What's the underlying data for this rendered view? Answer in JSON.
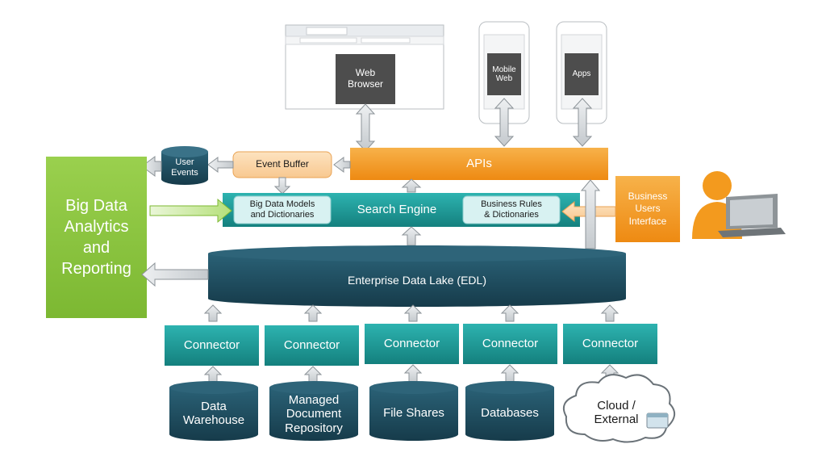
{
  "clients": {
    "web_browser": "Web\nBrowser",
    "mobile_web": "Mobile\nWeb",
    "apps": "Apps"
  },
  "apis": "APIs",
  "event_buffer": "Event Buffer",
  "user_events": "User\nEvents",
  "analytics": "Big Data\nAnalytics\nand\nReporting",
  "search_engine": {
    "title": "Search Engine",
    "models": "Big Data Models\nand Dictionaries",
    "rules": "Business Rules\n& Dictionaries"
  },
  "business_ui": "Business\nUsers\nInterface",
  "data_lake": "Enterprise Data Lake (EDL)",
  "connector_label": "Connector",
  "sources": [
    "Data\nWarehouse",
    "Managed\nDocument\nRepository",
    "File Shares",
    "Databases",
    "Cloud /\nExternal"
  ],
  "colors": {
    "orange": "#f39a1e",
    "orange_light": "#fbd3a0",
    "teal": "#1f9e9c",
    "navy": "#1d4a5c",
    "green": "#8bc53f",
    "grey_box": "#4d4d4d",
    "arrow": "#d8dcdf"
  }
}
